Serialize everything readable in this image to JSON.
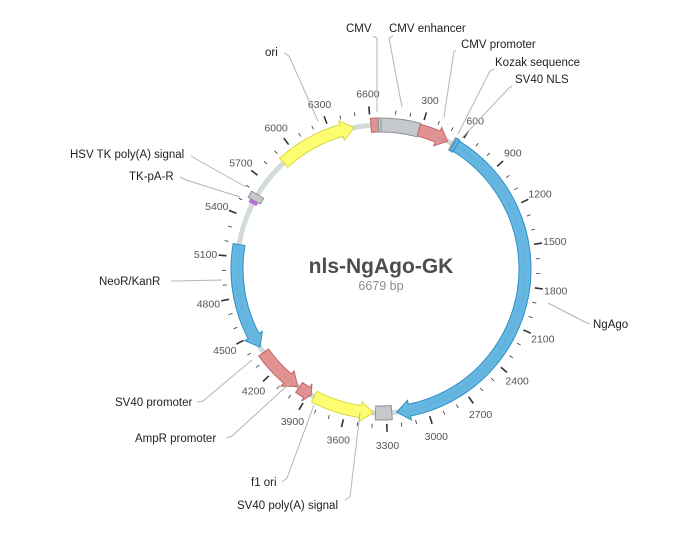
{
  "plasmid": {
    "name": "nls-NgAgo-GK",
    "size_label": "6679 bp",
    "length": 6679
  },
  "colors": {
    "backbone": "#d2dadc",
    "blue": "#59b1de",
    "blue_stroke": "#2f8fc4",
    "red": "#df8a8a",
    "red_stroke": "#c26363",
    "yellow": "#ffff66",
    "yellow_stroke": "#d8d83a",
    "gray": "#c6c9cc",
    "gray_stroke": "#8d9196",
    "purple": "#b66ad6",
    "leader": "#b5b5b5",
    "tick": "#333333"
  },
  "position_labels": [
    "300",
    "600",
    "900",
    "1200",
    "1500",
    "1800",
    "2100",
    "2400",
    "2700",
    "3000",
    "3300",
    "3600",
    "3900",
    "4200",
    "4500",
    "4800",
    "5100",
    "5400",
    "5700",
    "6000",
    "6300",
    "6600"
  ],
  "features": [
    {
      "label": "ori",
      "start": 5890,
      "end": 6479,
      "kind": "arrow",
      "dir": 1,
      "color": "yellow"
    },
    {
      "label": "CMV",
      "start": 6605,
      "end": 6660,
      "kind": "box",
      "color": "red"
    },
    {
      "label": "CMV enhancer",
      "start": 6660,
      "end": 6679,
      "kind": "box",
      "color": "gray",
      "wrap_end": 283
    },
    {
      "label": "CMV promoter",
      "start": 283,
      "end": 510,
      "kind": "arrow",
      "dir": 1,
      "color": "red"
    },
    {
      "label": "Kozak sequence",
      "start": 548,
      "end": 558,
      "kind": "box",
      "color": "gray"
    },
    {
      "label": "SV40 NLS",
      "start": 558,
      "end": 585,
      "kind": "box",
      "color": "blue"
    },
    {
      "label": "NgAgo",
      "start": 585,
      "end": 3223,
      "kind": "arrow",
      "dir": 1,
      "color": "blue"
    },
    {
      "label": "SV40 poly(A) signal",
      "start": 3260,
      "end": 3380,
      "kind": "box",
      "color": "gray"
    },
    {
      "label": "f1 ori",
      "start": 3396,
      "end": 3852,
      "kind": "arrow",
      "dir": -1,
      "color": "yellow"
    },
    {
      "label": "AmpR promoter",
      "start": 3878,
      "end": 3983,
      "kind": "arrow",
      "dir": -1,
      "color": "red"
    },
    {
      "label": "SV40 promoter",
      "start": 3995,
      "end": 4352,
      "kind": "arrow",
      "dir": -1,
      "color": "red"
    },
    {
      "label": "NeoR/KanR",
      "start": 4400,
      "end": 5190,
      "kind": "arrow",
      "dir": -1,
      "color": "blue"
    },
    {
      "label": "TK-pA-R",
      "start": 5510,
      "end": 5530,
      "kind": "box",
      "color": "purple"
    },
    {
      "label": "HSV TK poly(A) signal",
      "start": 5535,
      "end": 5585,
      "kind": "box",
      "color": "gray"
    }
  ],
  "labels_text": {
    "cmv": "CMV",
    "cmv_enhancer": "CMV enhancer",
    "cmv_promoter": "CMV promoter",
    "kozak": "Kozak sequence",
    "sv40_nls": "SV40 NLS",
    "ngago": "NgAgo",
    "ori": "ori",
    "hsv_tk": "HSV TK poly(A) signal",
    "tk_pa_r": "TK-pA-R",
    "neor": "NeoR/KanR",
    "sv40_promoter": "SV40 promoter",
    "ampr_promoter": "AmpR promoter",
    "f1_ori": "f1 ori",
    "sv40_polya": "SV40 poly(A) signal"
  }
}
